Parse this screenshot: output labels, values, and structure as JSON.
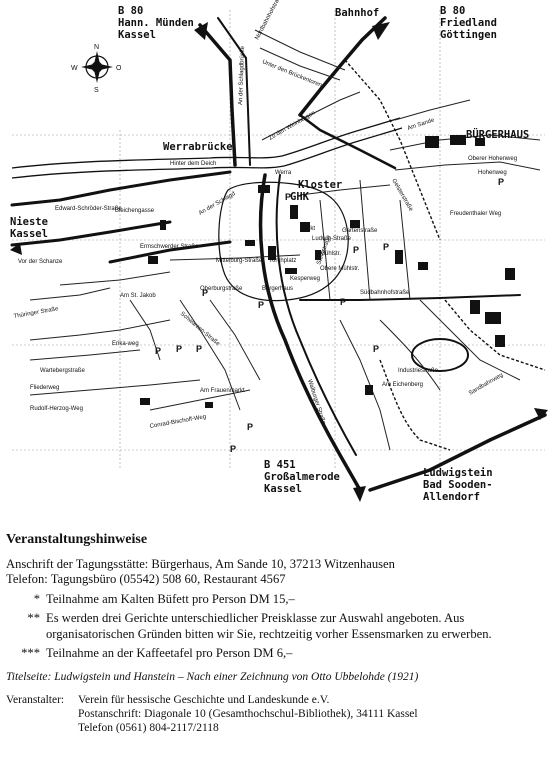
{
  "map": {
    "roads": {
      "b80_kassel": [
        "B 80",
        "Hann. Münden",
        "Kassel"
      ],
      "bahnhof": "Bahnhof",
      "b80_goettingen": [
        "B 80",
        "Friedland",
        "Göttingen"
      ],
      "b451": [
        "B 451",
        "Großalmerode",
        "Kassel"
      ],
      "ludwigstein": [
        "Ludwigstein",
        "Bad Sooden-",
        "Allendorf"
      ],
      "nieste": [
        "Nieste",
        "Kassel"
      ]
    },
    "landmarks": {
      "werrabruecke": "Werrabrücke",
      "buergerhaus": "BÜRGERHAUS",
      "kloster": "Kloster",
      "ghk": "GHK"
    },
    "compass": {
      "n": "N",
      "s": "S",
      "w": "W",
      "o": "O"
    },
    "streets": [
      "Nordbahnhofstraße",
      "Unter den Brückentoren",
      "Zu den Weinbergen",
      "An der Schlagdbrücke",
      "Werra",
      "Hinter dem Deich",
      "Edward-Schröder-Straße",
      "Bleichengasse",
      "An der Schlagd",
      "Am Sande",
      "Oberer Hohenweg",
      "Hohenweg",
      "Ermschwerder Straße",
      "Vor der Schanze",
      "Mittelburg-Straße",
      "Kirchplatz",
      "Markt",
      "Gartenstraße",
      "Am St. Jakob",
      "Oberburgstraße",
      "Bürgerhaus",
      "Steinstraße",
      "Südbahnhofstraße",
      "Erika-weg",
      "Thüringer Straße",
      "Wartebergstraße",
      "Fliederweg",
      "Rudolf-Herzog-Weg",
      "Conrad-Bischoff-Weg",
      "Am Frauenmarkt",
      "Schwarzen-Straße",
      "Gelsterstraße",
      "Industriestraße",
      "Am Eichenberg",
      "Walburger Straße",
      "Kesperweg",
      "Obere Mühlstr.",
      "Ludwig-Straße",
      "Mühlstr.",
      "Freudenthaler Weg",
      "Sandbahnweg"
    ]
  },
  "info": {
    "title": "Veranstaltungshinweise",
    "address_line": "Anschrift der Tagungsstätte: Bürgerhaus, Am Sande 10, 37213 Witzenhausen",
    "phone_line": "Telefon: Tagungsbüro (05542) 508 60, Restaurant 4567",
    "notes": [
      {
        "mark": "*",
        "text": "Teilnahme am Kalten Büfett pro Person DM 15,–"
      },
      {
        "mark": "**",
        "text": "Es werden drei Gerichte unterschiedlicher Preisklasse zur Auswahl angeboten. Aus organisatorischen Gründen bitten wir Sie, rechtzeitig vorher Essensmarken zu erwerben."
      },
      {
        "mark": "***",
        "text": "Teilnahme an der Kaffeetafel pro Person DM 6,–"
      }
    ],
    "credit": "Titelseite: Ludwigstein und Hanstein – Nach einer Zeichnung von Otto Ubbelohde (1921)",
    "organizer_label": "Veranstalter:",
    "organizer_lines": [
      "Verein für hessische Geschichte und Landeskunde e.V.",
      "Postanschrift: Diagonale 10 (Gesamthochschul-Bibliothek), 34111 Kassel",
      "Telefon (0561) 804-2117/2118"
    ]
  }
}
